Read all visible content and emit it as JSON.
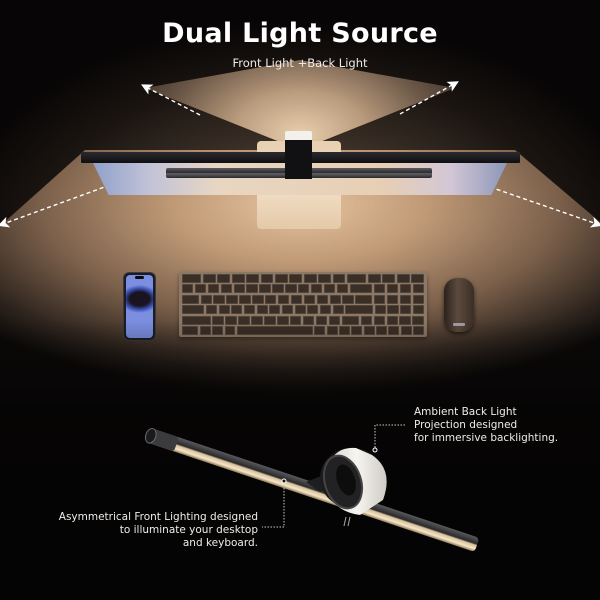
{
  "header": {
    "title": "Dual Light Source",
    "subtitle": "Front Light +Back Light"
  },
  "scene": {
    "devices": [
      "light bar",
      "monitor",
      "phone",
      "keyboard",
      "mouse"
    ],
    "arrow_color": "#ffffff",
    "warm_light_color": "#e6c39f"
  },
  "callouts": {
    "back_light": {
      "line1": "Ambient Back Light",
      "line2": "Projection designed",
      "line3": "for immersive backlighting."
    },
    "front_light": {
      "line1": "Asymmetrical Front Lighting designed",
      "line2": "to illuminate your desktop",
      "line3": "and keyboard."
    }
  }
}
